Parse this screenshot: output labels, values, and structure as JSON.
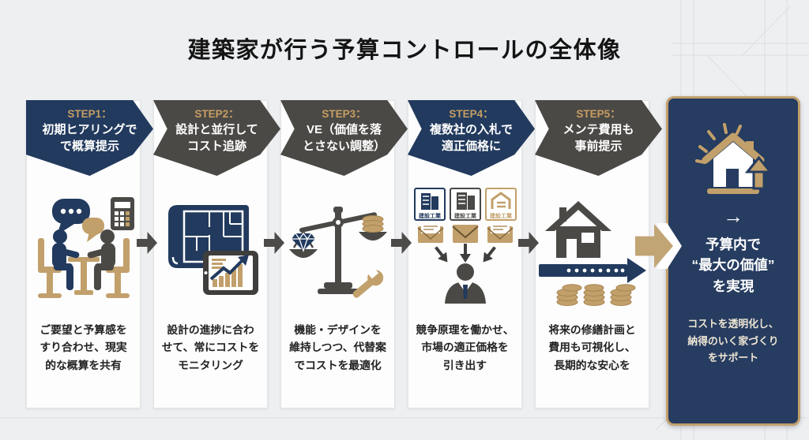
{
  "title": "建築家が行う予算コントロールの全体像",
  "colors": {
    "navy": "#223a5e",
    "dark_gray": "#4b4946",
    "gold": "#c2a06b",
    "gold_label": "#c79e62",
    "background": "#edeff1",
    "card_bg": "#fdfdfd",
    "body_text": "#222222",
    "result_sub_text": "#efe6d4"
  },
  "steps": [
    {
      "label": "STEP1：",
      "heading": [
        "初期ヒアリングで",
        "で概算提示"
      ],
      "body": [
        "ご要望と予算感を",
        "すり合わせ、現実",
        "的な概算を共有"
      ],
      "theme": "navy",
      "icon": "consultation-icon"
    },
    {
      "label": "STEP2：",
      "heading": [
        "設計と並行して",
        "コスト追跡"
      ],
      "body": [
        "設計の進捗に合わ",
        "せて、常にコストを",
        "モニタリング"
      ],
      "theme": "gray",
      "icon": "blueprint-tablet-icon"
    },
    {
      "label": "STEP3：",
      "heading": [
        "VE（価値を落",
        "とさない調整）"
      ],
      "body": [
        "機能・デザインを",
        "維持しつつ、代替案",
        "でコストを最適化"
      ],
      "theme": "gray",
      "icon": "balance-scale-icon"
    },
    {
      "label": "STEP4：",
      "heading": [
        "複数社の入札で",
        "適正価格に"
      ],
      "body": [
        "競争原理を働かせ、",
        "市場の適正価格を",
        "引き出す"
      ],
      "theme": "navy",
      "icon": "bidding-icon",
      "companies": [
        "建設工業",
        "建設工業",
        "建設工業"
      ]
    },
    {
      "label": "STEP5：",
      "heading": [
        "メンテ費用も",
        "事前提示"
      ],
      "body": [
        "将来の修繕計画と",
        "費用も可視化し、",
        "長期的な安心を"
      ],
      "theme": "gray",
      "icon": "maintenance-timeline-icon"
    }
  ],
  "result": {
    "arrow_glyph": "→",
    "title": [
      "予算内で",
      "“最大の価値”",
      "を実現"
    ],
    "subtitle": [
      "コストを透明化し、",
      "納得のいく家づくり",
      "をサポート"
    ],
    "icon": "house-value-icon"
  },
  "icons": {
    "consultation-icon": "two people talking at table with speech bubbles and calculator",
    "blueprint-tablet-icon": "blueprint floor plan with tablet showing rising cost chart",
    "balance-scale-icon": "balance scale with diamond and coins plus wrench",
    "bidding-icon": "three construction companies sending bids to one person",
    "maintenance-timeline-icon": "house with timeline arrow and coin stacks",
    "house-value-icon": "shining house with upward arrow",
    "flow-arrow-icon": "right block arrow between steps"
  }
}
